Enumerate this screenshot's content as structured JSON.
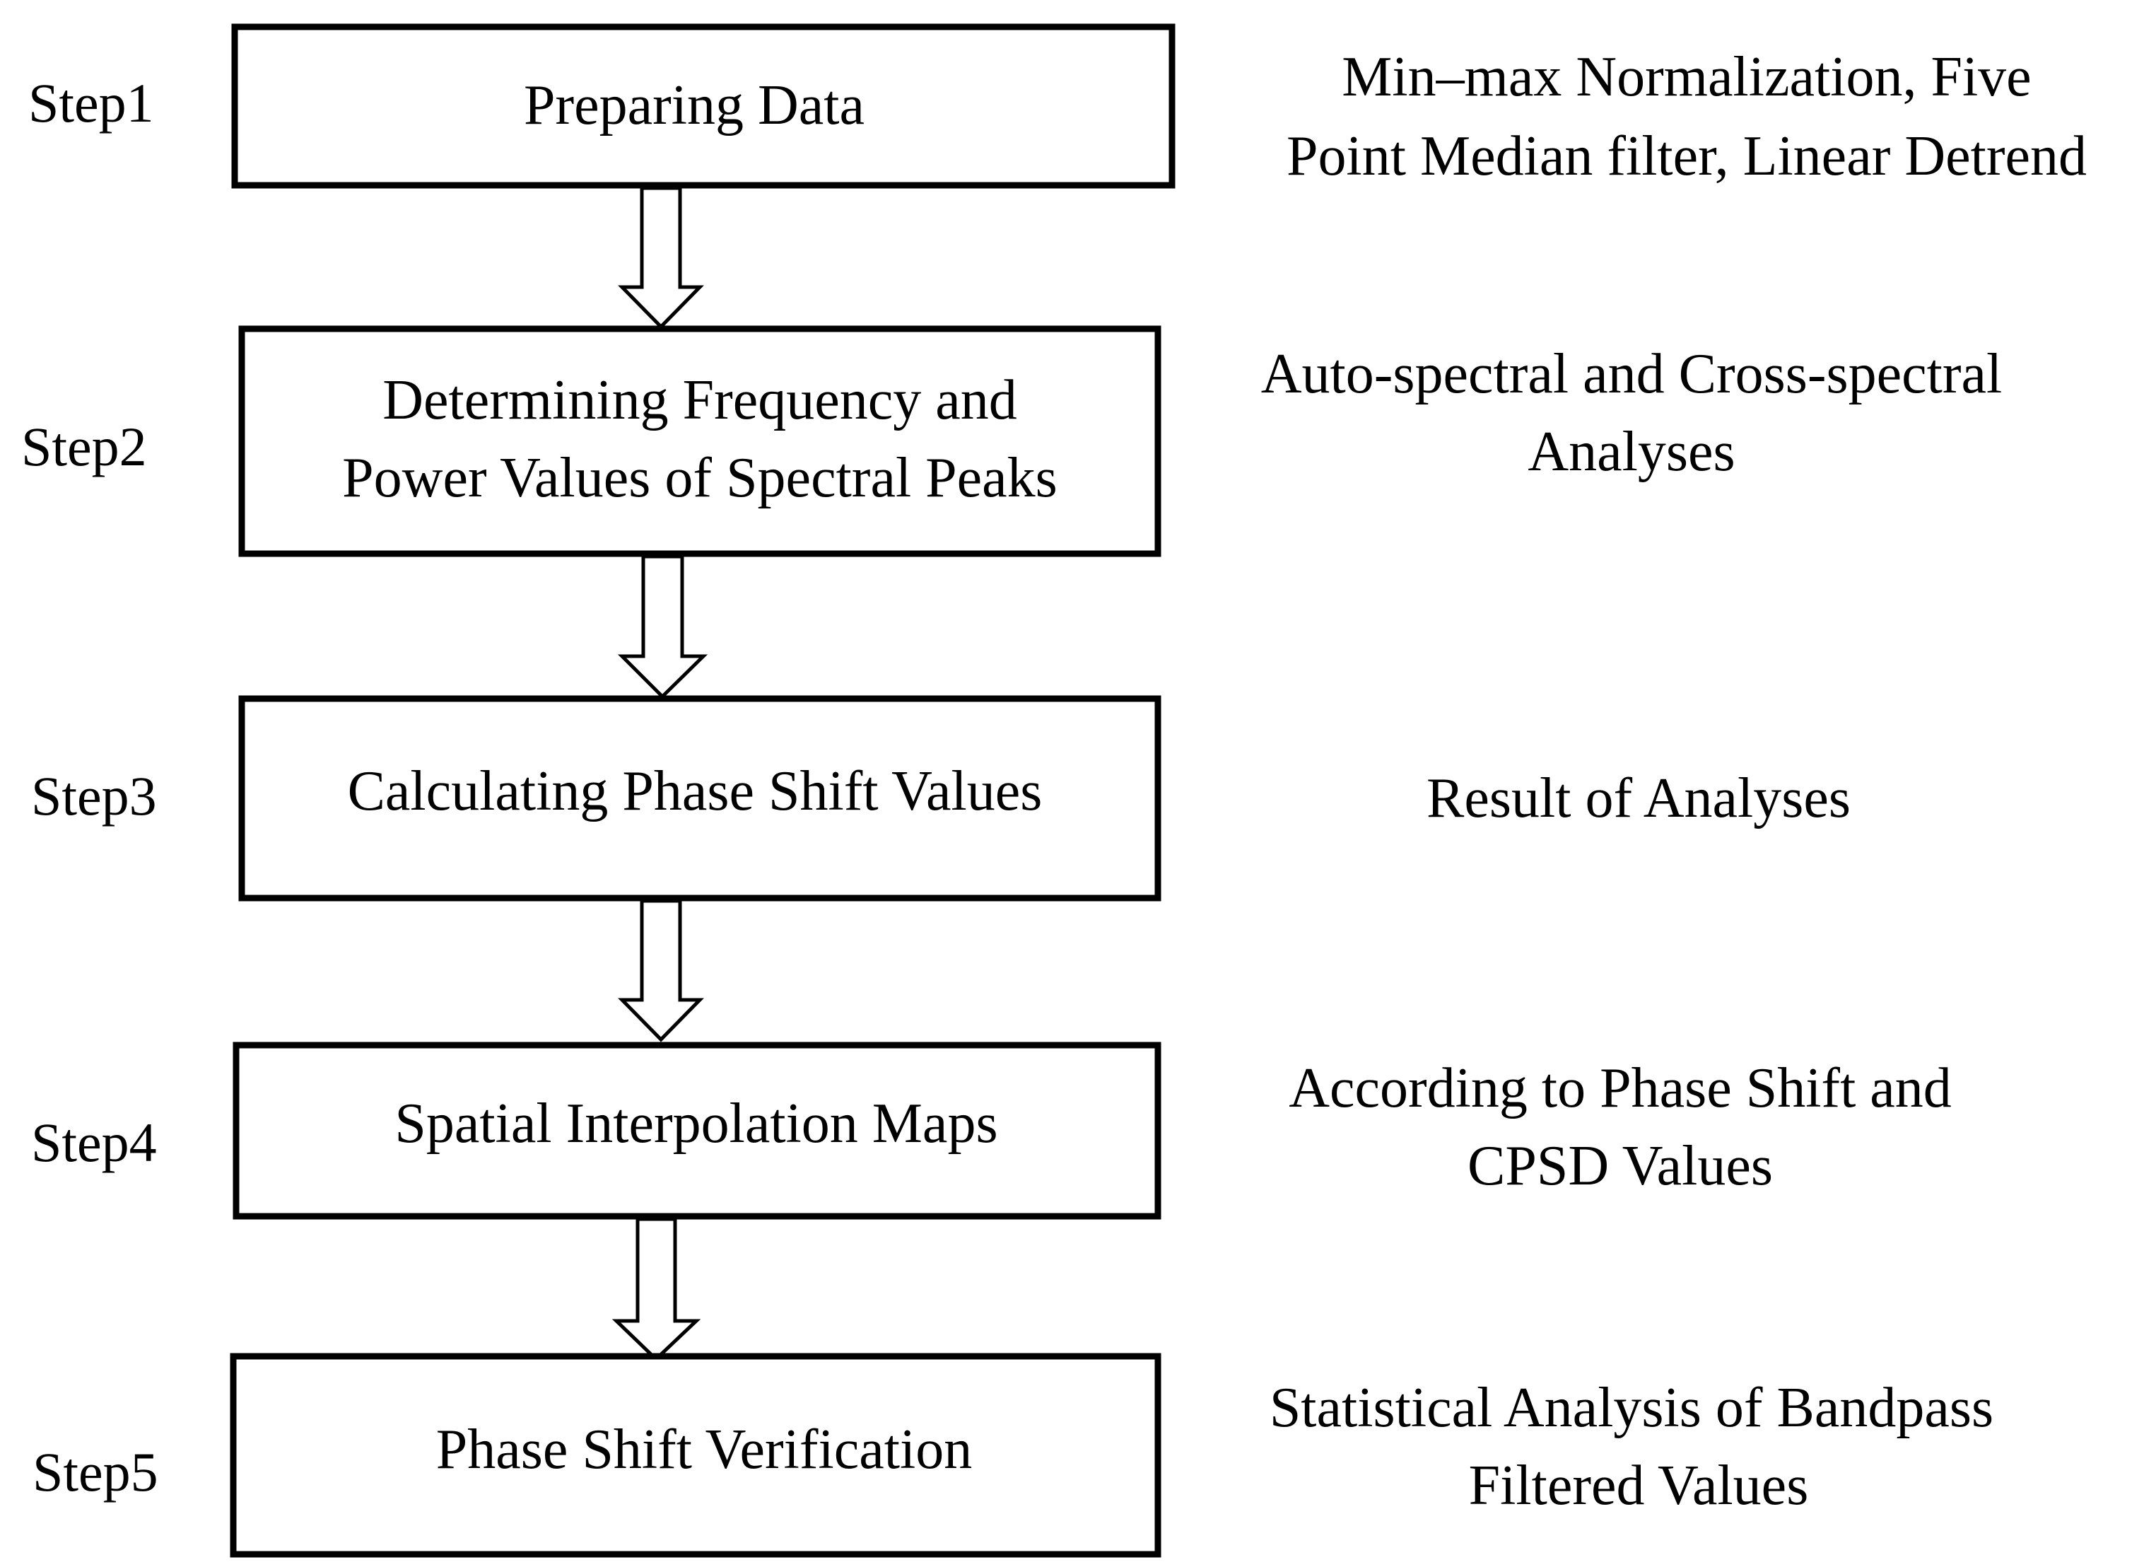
{
  "steps": [
    {
      "label": "Step1",
      "box_lines": [
        "Preparing Data"
      ],
      "note_lines": [
        "Min–max Normalization, Five",
        "Point Median filter, Linear Detrend"
      ]
    },
    {
      "label": "Step2",
      "box_lines": [
        "Determining Frequency and",
        "Power Values of Spectral Peaks"
      ],
      "note_lines": [
        "Auto-spectral and Cross-spectral",
        "Analyses"
      ]
    },
    {
      "label": "Step3",
      "box_lines": [
        "Calculating Phase Shift Values"
      ],
      "note_lines": [
        "Result of Analyses"
      ]
    },
    {
      "label": "Step4",
      "box_lines": [
        "Spatial Interpolation Maps"
      ],
      "note_lines": [
        "According to Phase Shift and",
        "CPSD Values"
      ]
    },
    {
      "label": "Step5",
      "box_lines": [
        "Phase Shift Verification"
      ],
      "note_lines": [
        "Statistical Analysis of Bandpass",
        "Filtered Values"
      ]
    }
  ]
}
